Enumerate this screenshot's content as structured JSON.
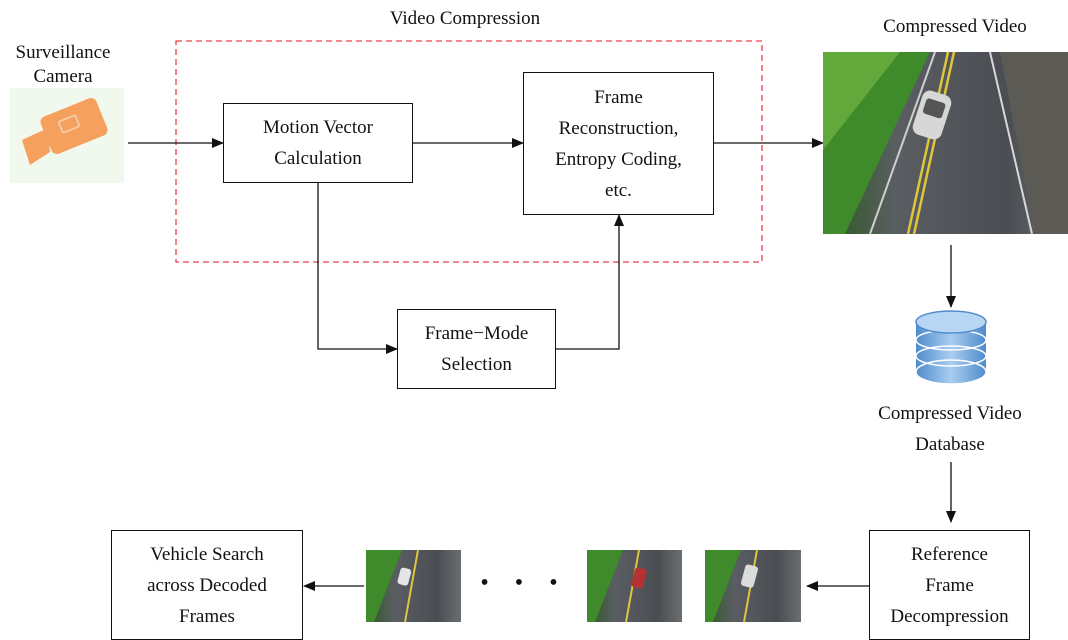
{
  "diagram": {
    "group_label": "Video Compression",
    "nodes": {
      "camera": "Surveillance\nCamera",
      "motion_vector": "Motion Vector\nCalculation",
      "frame_reconstruction": "Frame\nReconstruction,\nEntropy Coding,\netc.",
      "frame_mode": "Frame−Mode\nSelection",
      "compressed_video": "Compressed Video",
      "database": "Compressed Video\nDatabase",
      "reference_decompression": "Reference\nFrame\nDecompression",
      "vehicle_search": "Vehicle Search\nacross Decoded\nFrames"
    },
    "ellipsis": "• • •",
    "edges": [
      [
        "camera",
        "motion_vector"
      ],
      [
        "motion_vector",
        "frame_reconstruction"
      ],
      [
        "motion_vector",
        "frame_mode"
      ],
      [
        "frame_mode",
        "frame_reconstruction"
      ],
      [
        "frame_reconstruction",
        "compressed_video"
      ],
      [
        "compressed_video",
        "database"
      ],
      [
        "database",
        "reference_decompression"
      ],
      [
        "reference_decompression",
        "decoded_frames"
      ],
      [
        "decoded_frames",
        "vehicle_search"
      ]
    ]
  },
  "colors": {
    "group_border": "#e8404a",
    "camera_icon": "#f5a05c",
    "database_fill": "#7fb2e0",
    "road": "#4a4d52",
    "vegetation": "#3f8a2a"
  }
}
